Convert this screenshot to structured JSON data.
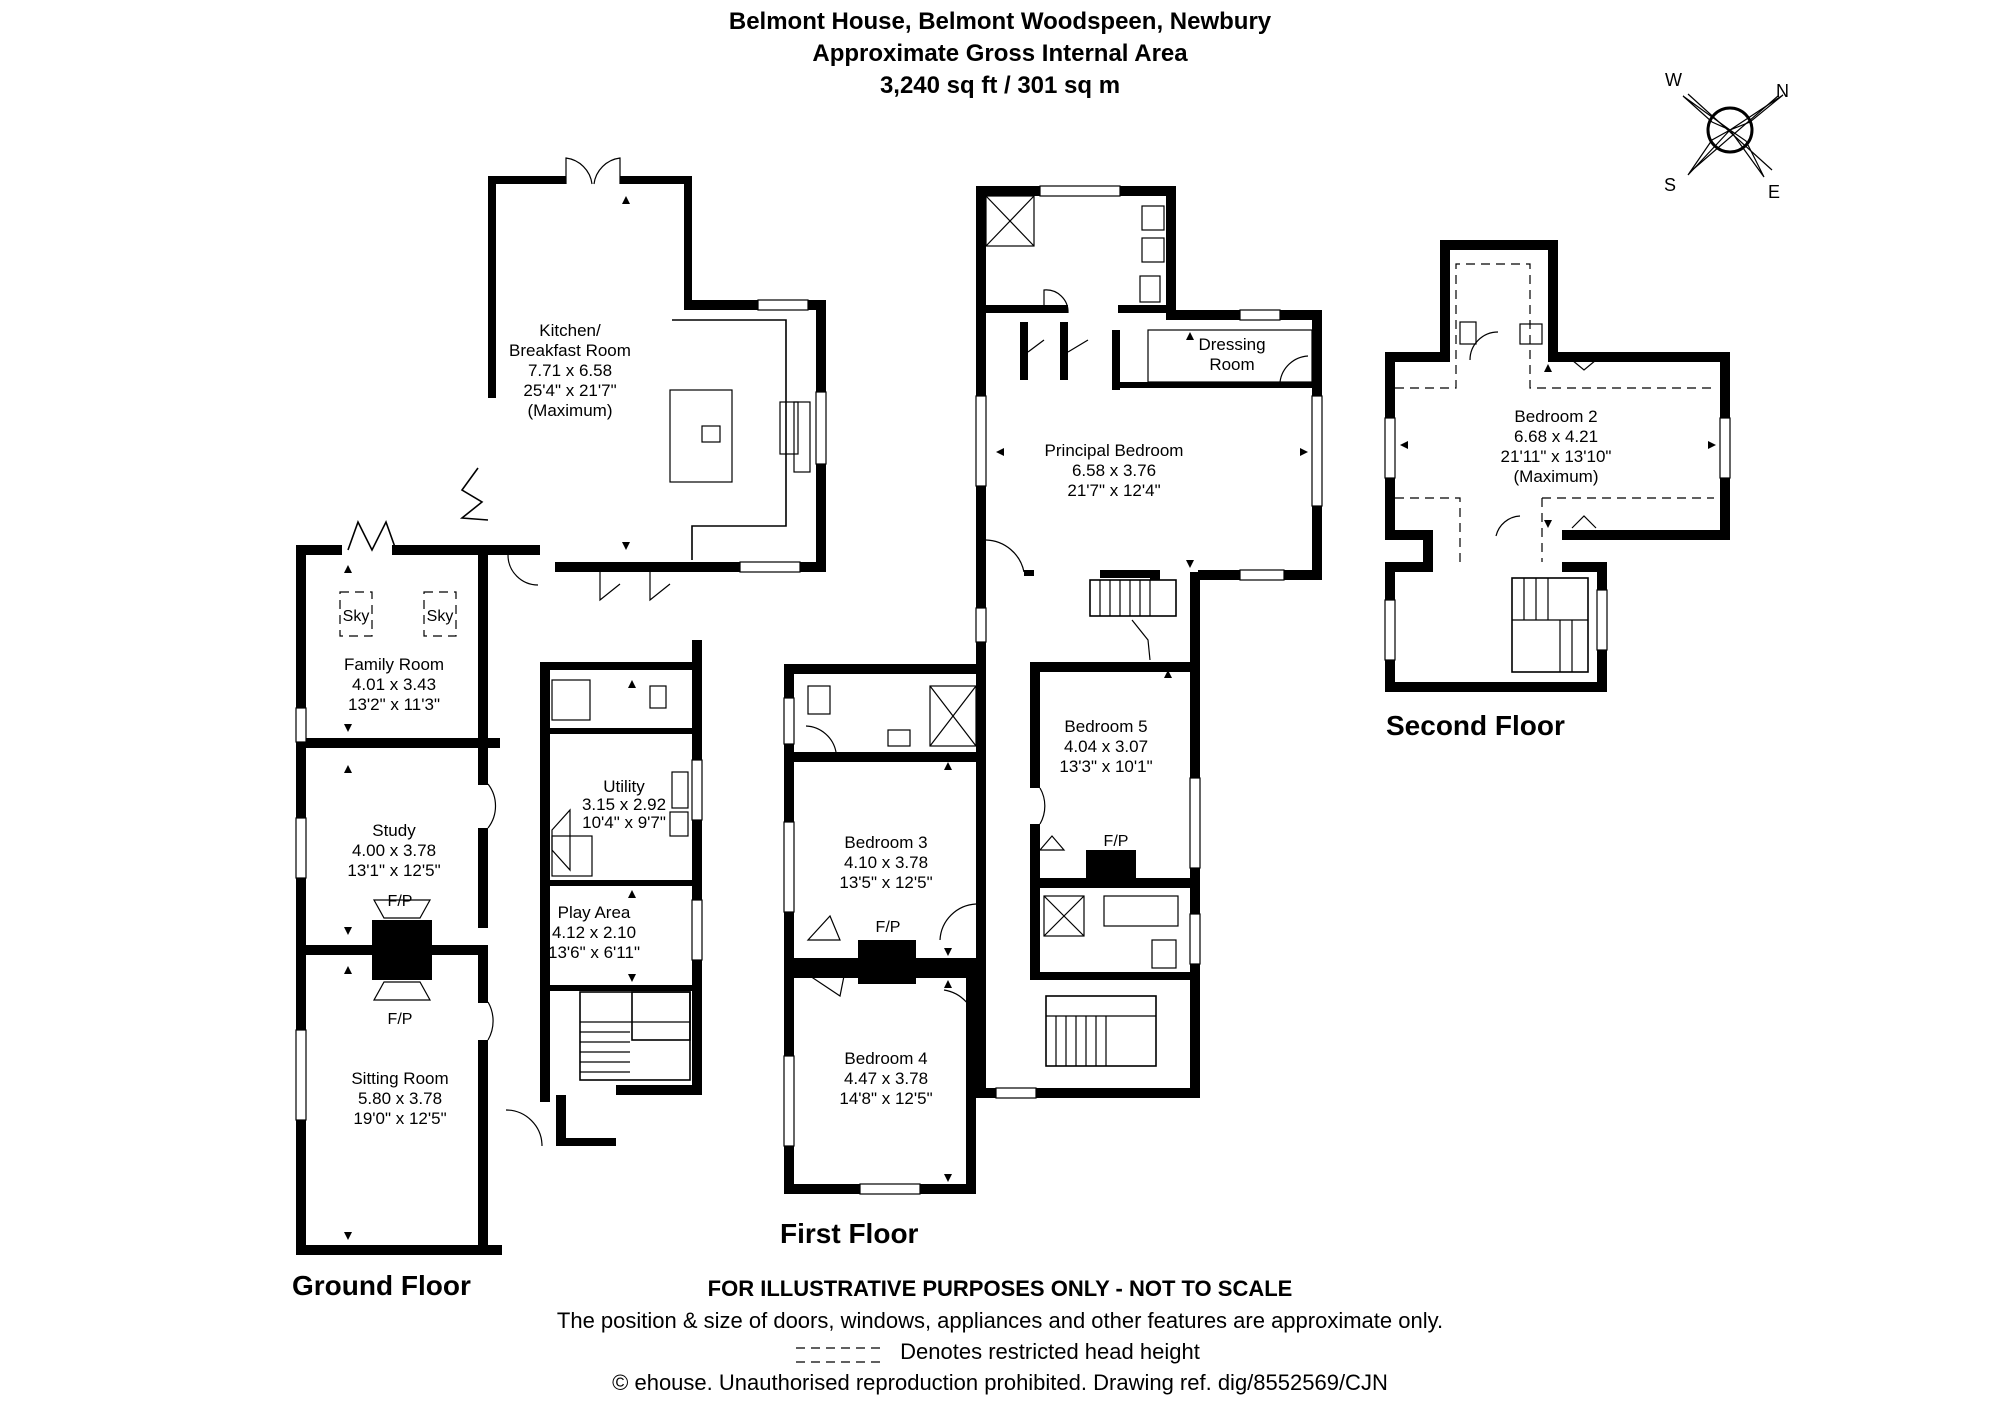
{
  "header": {
    "address": "Belmont House, Belmont Woodspeen, Newbury",
    "subtitle": "Approximate Gross Internal Area",
    "area": "3,240 sq ft / 301 sq m"
  },
  "compass": {
    "w": "W",
    "n": "N",
    "s": "S",
    "e": "E"
  },
  "floors": {
    "ground": "Ground Floor",
    "first": "First Floor",
    "second": "Second Floor"
  },
  "rooms": {
    "kitchen": {
      "name1": "Kitchen/",
      "name2": "Breakfast Room",
      "metric": "7.71 x 6.58",
      "imperial": "25'4\" x 21'7\"",
      "note": "(Maximum)"
    },
    "family": {
      "name": "Family Room",
      "metric": "4.01 x 3.43",
      "imperial": "13'2\" x 11'3\""
    },
    "study": {
      "name": "Study",
      "metric": "4.00 x 3.78",
      "imperial": "13'1\" x 12'5\""
    },
    "sitting": {
      "name": "Sitting Room",
      "metric": "5.80 x 3.78",
      "imperial": "19'0\" x 12'5\""
    },
    "utility": {
      "name": "Utility",
      "metric": "3.15 x 2.92",
      "imperial": "10'4\" x 9'7\""
    },
    "play": {
      "name": "Play Area",
      "metric": "4.12 x 2.10",
      "imperial": "13'6\" x 6'11\""
    },
    "principal": {
      "name": "Principal Bedroom",
      "metric": "6.58 x 3.76",
      "imperial": "21'7\" x 12'4\""
    },
    "dressing": {
      "name1": "Dressing",
      "name2": "Room"
    },
    "bed3": {
      "name": "Bedroom 3",
      "metric": "4.10 x 3.78",
      "imperial": "13'5\" x 12'5\""
    },
    "bed4": {
      "name": "Bedroom 4",
      "metric": "4.47 x 3.78",
      "imperial": "14'8\" x 12'5\""
    },
    "bed5": {
      "name": "Bedroom 5",
      "metric": "4.04 x 3.07",
      "imperial": "13'3\" x 10'1\""
    },
    "bed2": {
      "name": "Bedroom 2",
      "metric": "6.68 x 4.21",
      "imperial": "21'11\" x 13'10\"",
      "note": "(Maximum)"
    }
  },
  "labels": {
    "sky": "Sky",
    "fp": "F/P"
  },
  "footer": {
    "disclaimer": "FOR ILLUSTRATIVE PURPOSES ONLY - NOT TO SCALE",
    "note": "The position & size of doors, windows, appliances and other features are approximate only.",
    "head_height": "Denotes restricted head height",
    "copyright": "© ehouse. Unauthorised reproduction prohibited. Drawing ref. dig/8552569/CJN"
  }
}
